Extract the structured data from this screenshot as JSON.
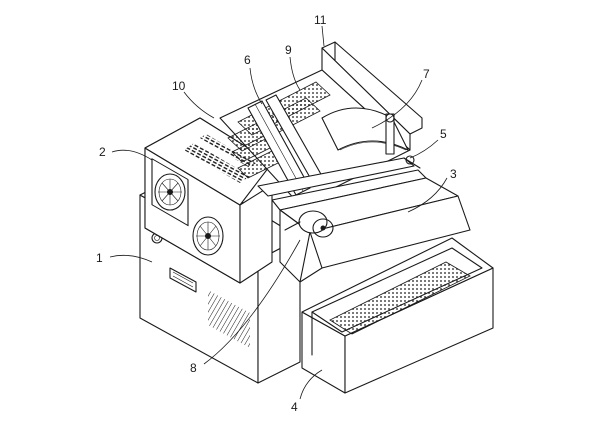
{
  "figure": {
    "labels": [
      {
        "id": "1",
        "text": "1"
      },
      {
        "id": "2",
        "text": "2"
      },
      {
        "id": "3",
        "text": "3"
      },
      {
        "id": "4",
        "text": "4"
      },
      {
        "id": "5",
        "text": "5"
      },
      {
        "id": "6",
        "text": "6"
      },
      {
        "id": "7",
        "text": "7"
      },
      {
        "id": "8",
        "text": "8"
      },
      {
        "id": "9",
        "text": "9"
      },
      {
        "id": "10",
        "text": "10"
      },
      {
        "id": "11",
        "text": "11"
      }
    ]
  },
  "colors": {
    "line": "#1a1a1a",
    "background": "#ffffff"
  }
}
